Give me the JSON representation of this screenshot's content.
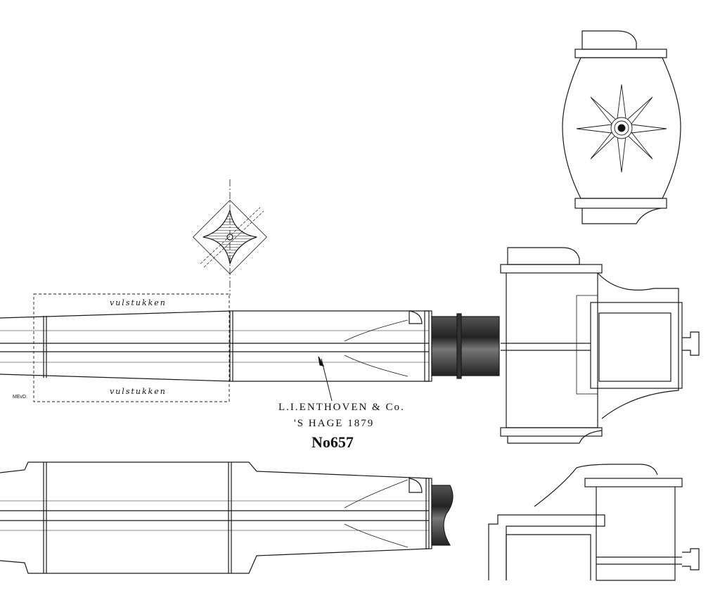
{
  "labels": {
    "filler_top": "vulstukken",
    "filler_bottom": "vulstukken",
    "maker": "L.I.ENTHOVEN & Co.",
    "place_year": "'S HAGE 1879",
    "number": "No657",
    "signature": "MEvD."
  },
  "colors": {
    "ink": "#1a1a1a",
    "paper": "#ffffff"
  }
}
